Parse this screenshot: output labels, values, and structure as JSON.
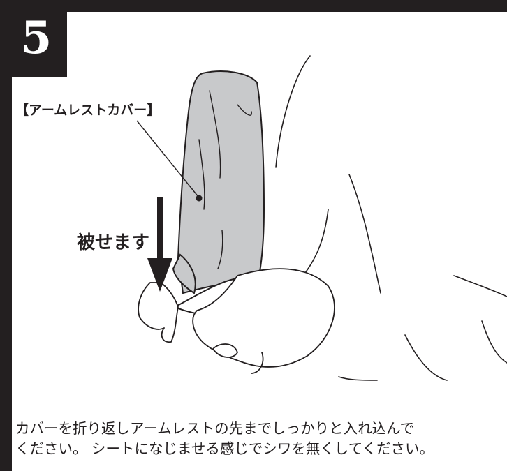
{
  "step": {
    "number": "5"
  },
  "labels": {
    "part": "【アームレストカバー】",
    "action": "被せます"
  },
  "instructions": {
    "line1": "カバーを折り返しアームレストの先までしっかりと入れ込んで",
    "line2": "ください。 シートになじませる感じでシワを無くしてください。"
  },
  "colors": {
    "frame": "#231f20",
    "cover": "#c8c9cb"
  },
  "icons": {
    "arrow": "down-arrow-icon"
  }
}
